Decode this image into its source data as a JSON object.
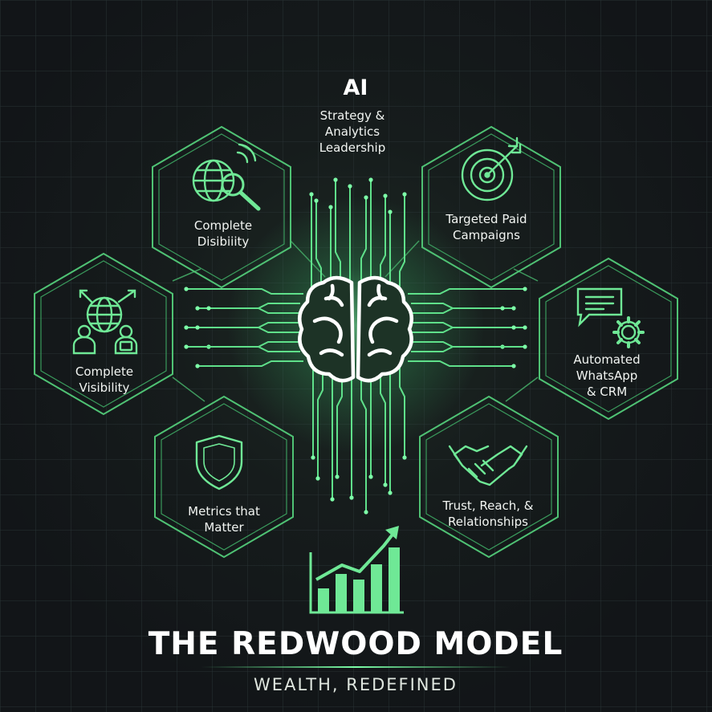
{
  "center": {
    "title": "AI",
    "subtitle": "Strategy &\nAnalytics\nLeadership",
    "icon": "brain-icon"
  },
  "nodes": [
    {
      "id": "top-left",
      "label": "Complete\nDisibiiity",
      "icon": "globe-search-icon"
    },
    {
      "id": "top-right",
      "label": "Targeted Paid\nCampaigns",
      "icon": "target-icon"
    },
    {
      "id": "mid-left",
      "label": "Complete\nVisibility",
      "icon": "globe-people-icon"
    },
    {
      "id": "mid-right",
      "label": "Automated\nWhatsApp\n& CRM",
      "icon": "chat-gear-icon"
    },
    {
      "id": "bottom-left",
      "label": "Metrics that\nMatter",
      "icon": "shield-icon"
    },
    {
      "id": "bottom-right",
      "label": "Trust, Reach, &\nRelationships",
      "icon": "handshake-icon"
    }
  ],
  "growth_icon": "growth-chart-icon",
  "footer": {
    "title": "THE REDWOOD MODEL",
    "subtitle": "WEALTH, REDEFINED"
  },
  "colors": {
    "background": "#13171a",
    "accent": "#5fe08a",
    "hexagon_stroke": "#4fc274",
    "text": "#f2f5f2"
  }
}
